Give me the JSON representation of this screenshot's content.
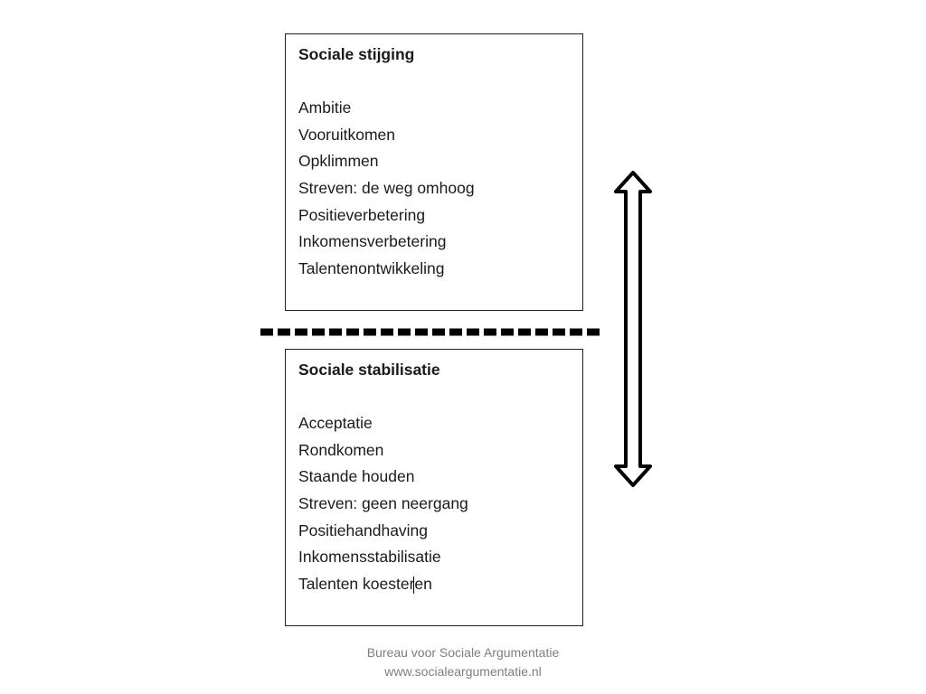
{
  "top_box": {
    "title": "Sociale stijging",
    "items": [
      "Ambitie",
      "Vooruitkomen",
      "Opklimmen",
      "Streven: de weg omhoog",
      "Positieverbetering",
      "Inkomensverbetering",
      "Talentenontwikkeling"
    ]
  },
  "bottom_box": {
    "title": "Sociale stabilisatie",
    "items": [
      "Acceptatie",
      "Rondkomen",
      "Staande houden",
      "Streven: geen neergang",
      "Positiehandhaving",
      "Inkomensstabilisatie",
      "Talenten koesteren"
    ]
  },
  "icons": {
    "arrow": "double-headed-vertical-arrow-icon",
    "divider": "dashed-line"
  },
  "colors": {
    "text": "#1a1a1a",
    "border": "#222222",
    "footer": "#7f7f7f"
  },
  "footer": {
    "line1": "Bureau voor Sociale Argumentatie",
    "line2": "www.socialeargumentatie.nl"
  }
}
